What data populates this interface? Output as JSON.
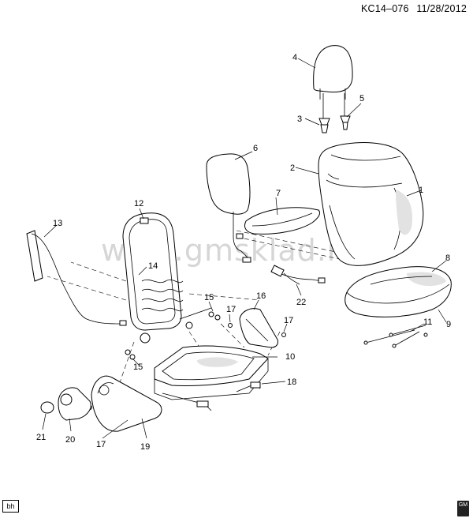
{
  "header": {
    "code": "KC14–076",
    "date": "11/28/2012"
  },
  "watermark": "www.gmsklad.ru",
  "badges": {
    "left": "bh",
    "right": "GM"
  },
  "callouts": [
    "1",
    "2",
    "3",
    "4",
    "5",
    "6",
    "7",
    "8",
    "9",
    "10",
    "11",
    "12",
    "13",
    "14",
    "15",
    "15",
    "16",
    "17",
    "17",
    "17",
    "18",
    "19",
    "20",
    "21",
    "22"
  ]
}
